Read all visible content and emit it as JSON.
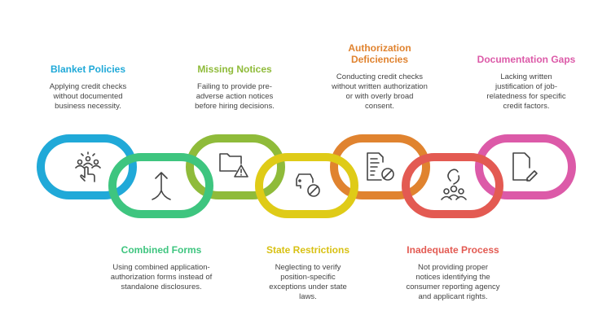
{
  "items": [
    {
      "title": "Blanket Policies",
      "desc": "Applying credit checks without documented business necessity.",
      "color": "#20a9d8",
      "icon": "people-pointing-icon"
    },
    {
      "title": "Combined Forms",
      "desc": "Using combined application-authorization forms instead of standalone disclosures.",
      "color": "#3ec57f",
      "icon": "merge-arrow-icon"
    },
    {
      "title": "Missing Notices",
      "desc": "Failing to provide pre-adverse action notices before hiring decisions.",
      "color": "#8fbb3a",
      "icon": "folder-warning-icon"
    },
    {
      "title": "State Restrictions",
      "desc": "Neglecting to verify position-specific exceptions under state laws.",
      "color": "#dfcb17",
      "icon": "car-prohibited-icon"
    },
    {
      "title": "Authorization Deficiencies",
      "desc": "Conducting credit checks without written authorization or with overly broad consent.",
      "color": "#e0832f",
      "icon": "document-prohibited-icon"
    },
    {
      "title": "Inadequate Process",
      "desc": "Not providing proper notices identifying the consumer reporting agency and applicant rights.",
      "color": "#e35a52",
      "icon": "group-confusion-icon"
    },
    {
      "title": "Documentation Gaps",
      "desc": "Lacking written justification of job-relatedness for specific credit factors.",
      "color": "#dc5aa8",
      "icon": "document-edit-icon"
    }
  ]
}
